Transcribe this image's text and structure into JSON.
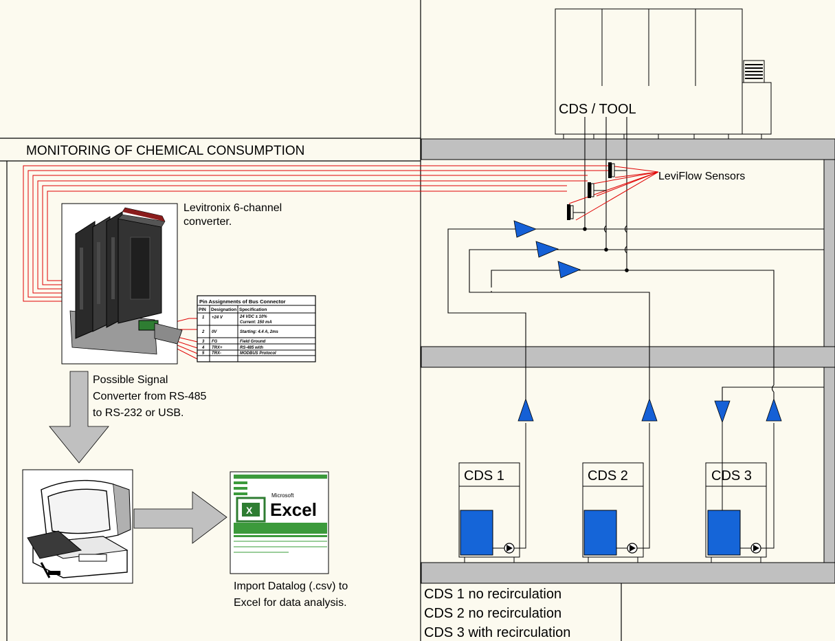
{
  "title": "MONITORING OF CHEMICAL CONSUMPTION",
  "tool_label": "CDS / TOOL",
  "sensors_label": "LeviFlow Sensors",
  "converter_label": [
    "Levitronix 6-channel",
    "converter."
  ],
  "signal_label": [
    "Possible Signal",
    "Converter from RS-485",
    "to RS-232 or USB."
  ],
  "import_label": [
    "Import Datalog (.csv) to",
    "Excel for data analysis."
  ],
  "excel": {
    "brand": "Microsoft",
    "name": "Excel"
  },
  "units": [
    {
      "label": "CDS 1"
    },
    {
      "label": "CDS 2"
    },
    {
      "label": "CDS 3"
    }
  ],
  "legend": [
    "CDS 1 no recirculation",
    "CDS 2 no recirculation",
    "CDS 3 with recirculation"
  ],
  "pin_table": {
    "title": "Pin Assignments of Bus Connector",
    "headers": [
      "PIN",
      "Designation",
      "Specification"
    ],
    "rows": [
      [
        "1",
        "+24 V",
        "24 VDC ± 10%"
      ],
      [
        "",
        "",
        "Current: 150 mA"
      ],
      [
        "2",
        "0V",
        "Starting: 4.4 A, 2ms"
      ],
      [
        "3",
        "FG",
        "Field Ground"
      ],
      [
        "4",
        "TRX+",
        "RS-485 with"
      ],
      [
        "5",
        "TRX-",
        "MODBUS Protocol"
      ]
    ]
  },
  "colors": {
    "background": "#FCFAEF",
    "slab": "#C0C0C0",
    "signal_wire": "#E00000",
    "flow_arrow": "#1560D6",
    "tank": "#1565D8",
    "line": "#000000"
  },
  "icons": [
    "converter-photo",
    "computer-workstation-icon",
    "excel-logo",
    "flow-sensor-icon",
    "pump-icon",
    "flow-direction-arrow"
  ]
}
